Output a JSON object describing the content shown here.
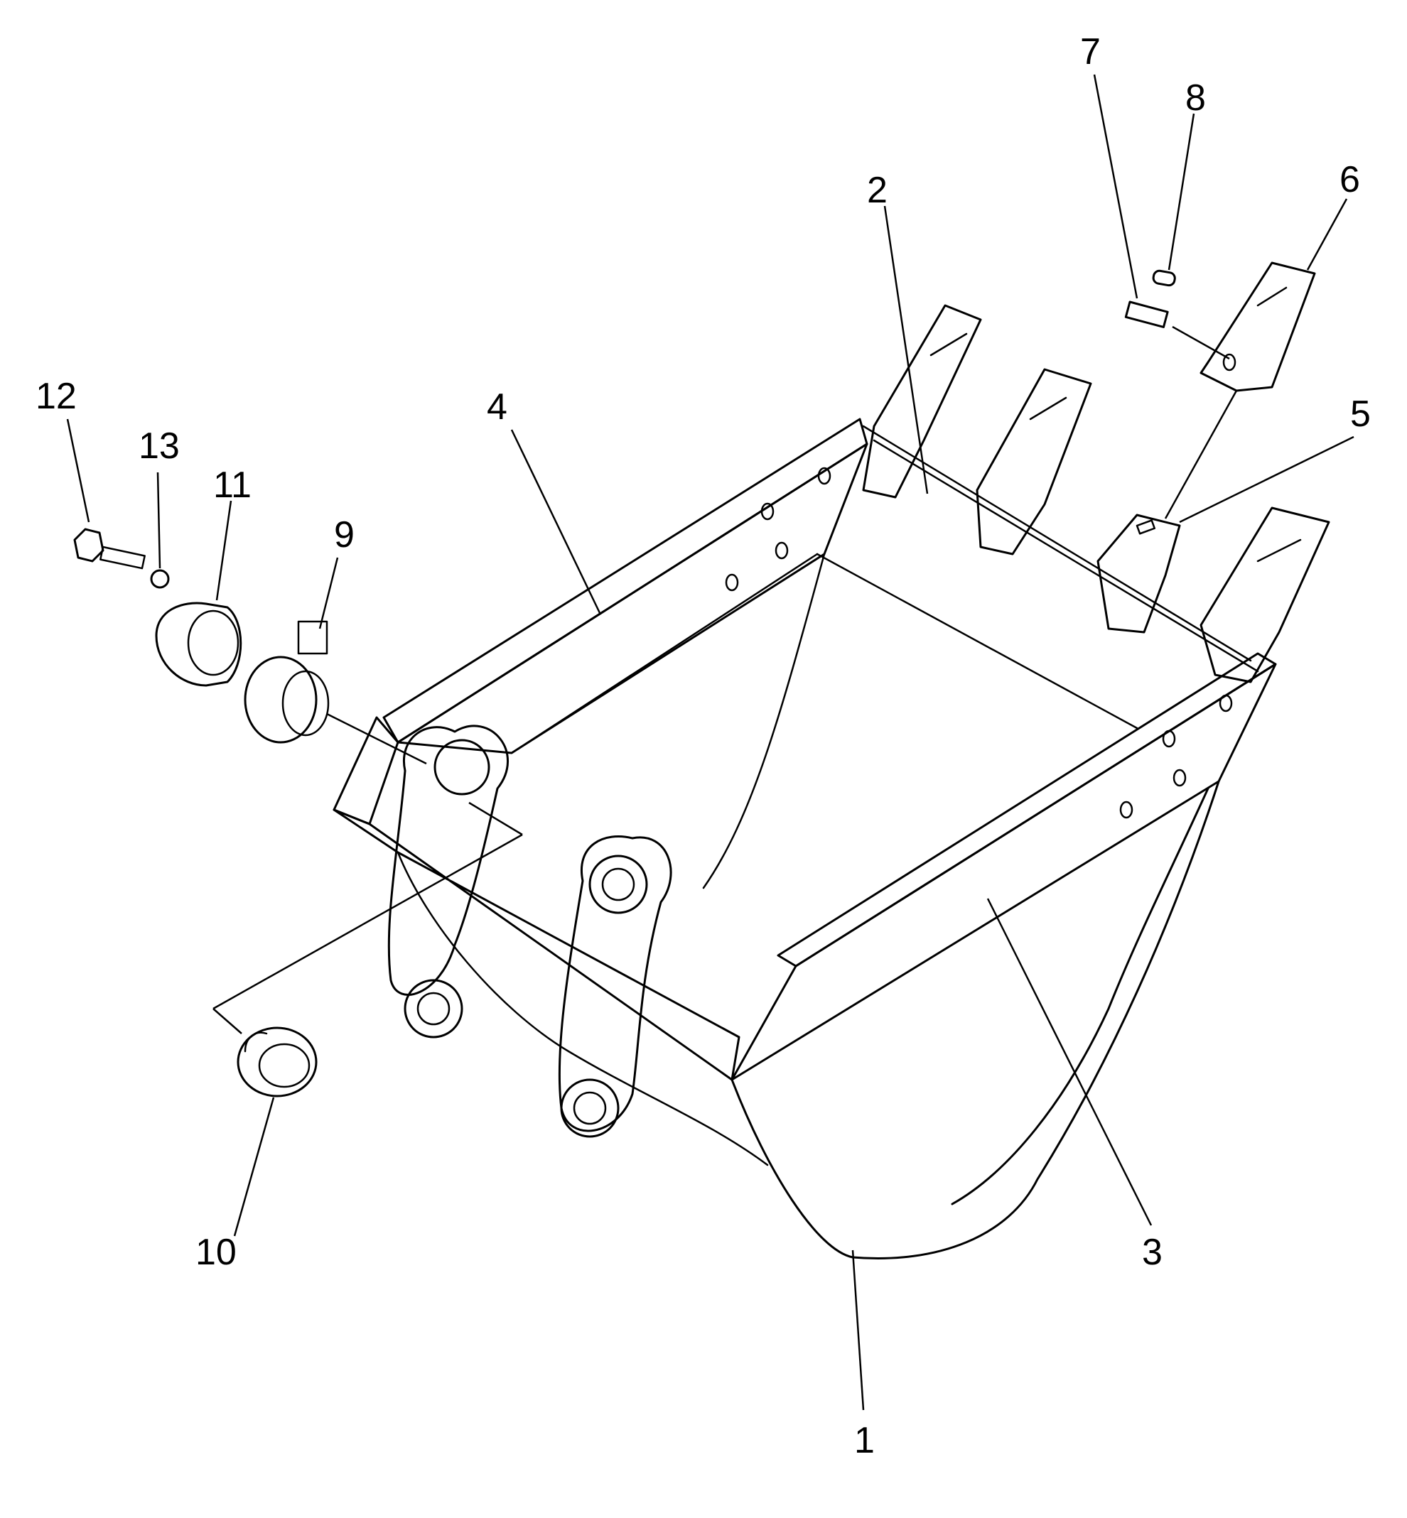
{
  "callouts": [
    {
      "label": "1",
      "part": "bucket-shell"
    },
    {
      "label": "2",
      "part": "tooth-shank-row"
    },
    {
      "label": "3",
      "part": "right-side-plate"
    },
    {
      "label": "4",
      "part": "left-side-plate"
    },
    {
      "label": "5",
      "part": "tooth-adapter"
    },
    {
      "label": "6",
      "part": "tooth-point"
    },
    {
      "label": "7",
      "part": "tooth-pin"
    },
    {
      "label": "8",
      "part": "tooth-lock"
    },
    {
      "label": "9",
      "part": "shim"
    },
    {
      "label": "10",
      "part": "bushing"
    },
    {
      "label": "11",
      "part": "boss-collar"
    },
    {
      "label": "12",
      "part": "bolt"
    },
    {
      "label": "13",
      "part": "washer"
    }
  ]
}
